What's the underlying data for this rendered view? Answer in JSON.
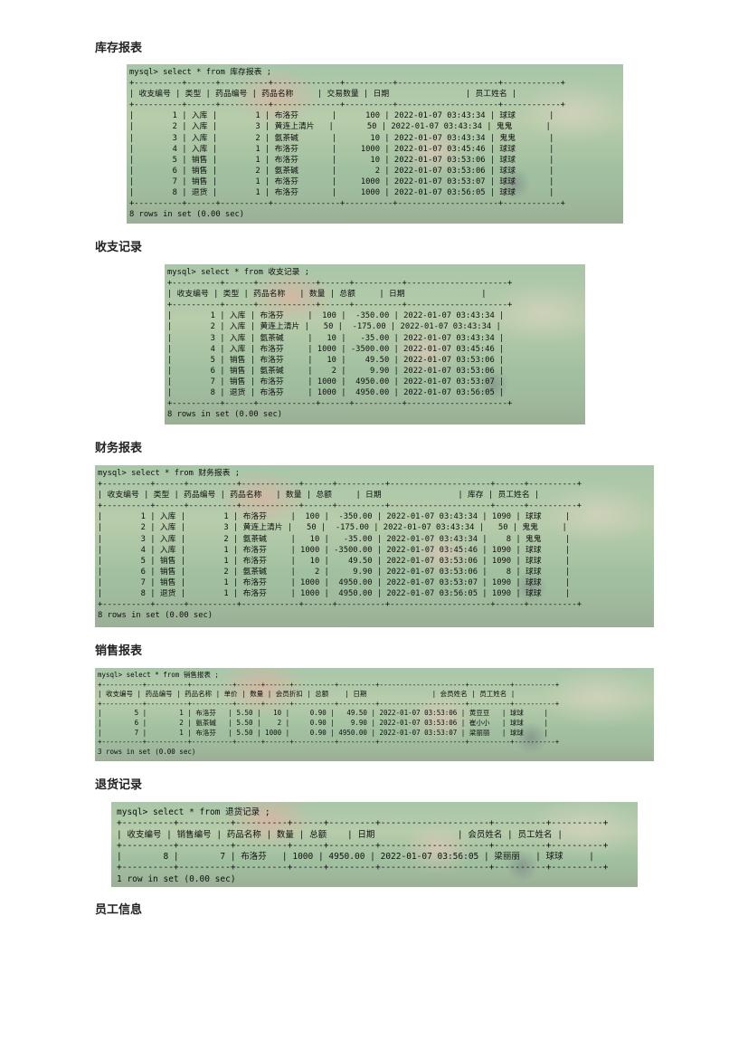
{
  "sections": [
    {
      "heading": "库存报表",
      "lines": [
        "mysql> select * from 库存报表 ;",
        "+----------+------+----------+--------------+----------+---------------------+------------+",
        "| 收支编号 | 类型 | 药品编号 | 药品名称     | 交易数量 | 日期                | 员工姓名 |",
        "+----------+------+----------+--------------+----------+---------------------+------------+",
        "|        1 | 入库 |        1 | 布洛芬       |      100 | 2022-01-07 03:43:34 | 球球       |",
        "|        2 | 入库 |        3 | 黄连上清片   |       50 | 2022-01-07 03:43:34 | 鬼鬼       |",
        "|        3 | 入库 |        2 | 氨茶碱       |       10 | 2022-01-07 03:43:34 | 鬼鬼       |",
        "|        4 | 入库 |        1 | 布洛芬       |     1000 | 2022-01-07 03:45:46 | 球球       |",
        "|        5 | 销售 |        1 | 布洛芬       |       10 | 2022-01-07 03:53:06 | 球球       |",
        "|        6 | 销售 |        2 | 氨茶碱       |        2 | 2022-01-07 03:53:06 | 球球       |",
        "|        7 | 销售 |        1 | 布洛芬       |     1000 | 2022-01-07 03:53:07 | 球球       |",
        "|        8 | 退货 |        1 | 布洛芬       |     1000 | 2022-01-07 03:56:05 | 球球       |",
        "+----------+------+----------+--------------+----------+---------------------+------------+",
        "8 rows in set (0.00 sec)"
      ]
    },
    {
      "heading": "收支记录",
      "lines": [
        "mysql> select * from 收支记录 ;",
        "+----------+------+------------+------+----------+---------------------+",
        "| 收支编号 | 类型 | 药品名称   | 数量 | 总额     | 日期                |",
        "+----------+------+------------+------+----------+---------------------+",
        "|        1 | 入库 | 布洛芬     |  100 |  -350.00 | 2022-01-07 03:43:34 |",
        "|        2 | 入库 | 黄连上清片 |   50 |  -175.00 | 2022-01-07 03:43:34 |",
        "|        3 | 入库 | 氨茶碱     |   10 |   -35.00 | 2022-01-07 03:43:34 |",
        "|        4 | 入库 | 布洛芬     | 1000 | -3500.00 | 2022-01-07 03:45:46 |",
        "|        5 | 销售 | 布洛芬     |   10 |    49.50 | 2022-01-07 03:53:06 |",
        "|        6 | 销售 | 氨茶碱     |    2 |     9.90 | 2022-01-07 03:53:06 |",
        "|        7 | 销售 | 布洛芬     | 1000 |  4950.00 | 2022-01-07 03:53:07 |",
        "|        8 | 退货 | 布洛芬     | 1000 |  4950.00 | 2022-01-07 03:56:05 |",
        "+----------+------+------------+------+----------+---------------------+",
        "8 rows in set (0.00 sec)"
      ]
    },
    {
      "heading": "财务报表",
      "lines": [
        "mysql> select * from 财务报表 ;",
        "+----------+------+----------+------------+------+----------+---------------------+------+----------+",
        "| 收支编号 | 类型 | 药品编号 | 药品名称   | 数量 | 总额     | 日期                | 库存 | 员工姓名 |",
        "+----------+------+----------+------------+------+----------+---------------------+------+----------+",
        "|        1 | 入库 |        1 | 布洛芬     |  100 |  -350.00 | 2022-01-07 03:43:34 | 1090 | 球球     |",
        "|        2 | 入库 |        3 | 黄连上清片 |   50 |  -175.00 | 2022-01-07 03:43:34 |   50 | 鬼鬼     |",
        "|        3 | 入库 |        2 | 氨茶碱     |   10 |   -35.00 | 2022-01-07 03:43:34 |    8 | 鬼鬼     |",
        "|        4 | 入库 |        1 | 布洛芬     | 1000 | -3500.00 | 2022-01-07 03:45:46 | 1090 | 球球     |",
        "|        5 | 销售 |        1 | 布洛芬     |   10 |    49.50 | 2022-01-07 03:53:06 | 1090 | 球球     |",
        "|        6 | 销售 |        2 | 氨茶碱     |    2 |     9.90 | 2022-01-07 03:53:06 |    8 | 球球     |",
        "|        7 | 销售 |        1 | 布洛芬     | 1000 |  4950.00 | 2022-01-07 03:53:07 | 1090 | 球球     |",
        "|        8 | 退货 |        1 | 布洛芬     | 1000 |  4950.00 | 2022-01-07 03:56:05 | 1090 | 球球     |",
        "+----------+------+----------+------------+------+----------+---------------------+------+----------+",
        "8 rows in set (0.00 sec)"
      ]
    },
    {
      "heading": "销售报表",
      "lines": [
        "mysql> select * from 销售报表 ;",
        "+----------+----------+----------+------+------+----------+---------+---------------------+----------+----------+",
        "| 收支编号 | 药品编号 | 药品名称 | 单价 | 数量 | 会员折扣 | 总额    | 日期                | 会员姓名 | 员工姓名 |",
        "+----------+----------+----------+------+------+----------+---------+---------------------+----------+----------+",
        "|        5 |        1 | 布洛芬   | 5.50 |   10 |     0.90 |   49.50 | 2022-01-07 03:53:06 | 黄豆豆   | 球球     |",
        "|        6 |        2 | 氨茶碱   | 5.50 |    2 |     0.90 |    9.90 | 2022-01-07 03:53:06 | 崔小小   | 球球     |",
        "|        7 |        1 | 布洛芬   | 5.50 | 1000 |     0.90 | 4950.00 | 2022-01-07 03:53:07 | 梁丽丽   | 球球     |",
        "+----------+----------+----------+------+------+----------+---------+---------------------+----------+----------+",
        "3 rows in set (0.00 sec)"
      ]
    },
    {
      "heading": "退货记录",
      "lines": [
        "mysql> select * from 退货记录 ;",
        "+----------+----------+----------+------+---------+---------------------+----------+----------+",
        "| 收支编号 | 销售编号 | 药品名称 | 数量 | 总额    | 日期                | 会员姓名 | 员工姓名 |",
        "+----------+----------+----------+------+---------+---------------------+----------+----------+",
        "|        8 |        7 | 布洛芬   | 1000 | 4950.00 | 2022-01-07 03:56:05 | 梁丽丽   | 球球     |",
        "+----------+----------+----------+------+---------+---------------------+----------+----------+",
        "1 row in set (0.00 sec)"
      ]
    },
    {
      "heading": "员工信息",
      "lines": []
    }
  ]
}
